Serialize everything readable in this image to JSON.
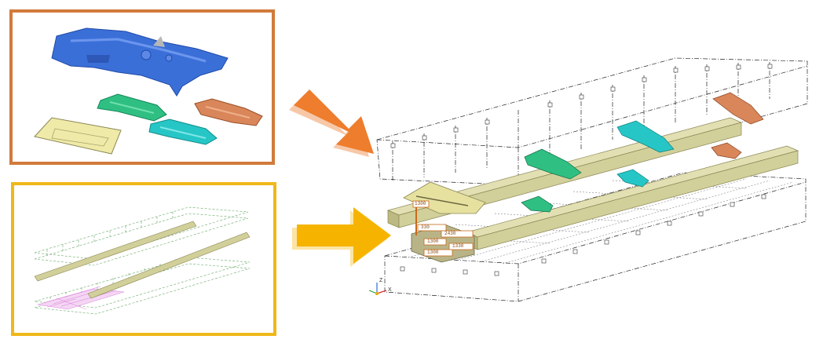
{
  "panels": {
    "parts_panel": {
      "name": "stamped-parts",
      "border_color": "#d27a3b"
    },
    "layout_panel": {
      "name": "fixture-layout",
      "border_color": "#efb81a"
    }
  },
  "arrows": {
    "upper": {
      "color": "#ee7d2d"
    },
    "lower": {
      "color": "#f6b400"
    }
  },
  "parts": {
    "blue_part": "#3b6fd8",
    "green_part": "#2fbf82",
    "cyan_part": "#27c6c6",
    "copper_part": "#d9865a",
    "beige_plate": "#efeaa8"
  },
  "beams": {
    "color": "#d2d09a",
    "edge": "#8a8654"
  },
  "axis": {
    "z": "Z",
    "x": "X"
  },
  "dimension_labels": [
    "1300",
    "330",
    "2430",
    "1300",
    "1330",
    "1300"
  ]
}
